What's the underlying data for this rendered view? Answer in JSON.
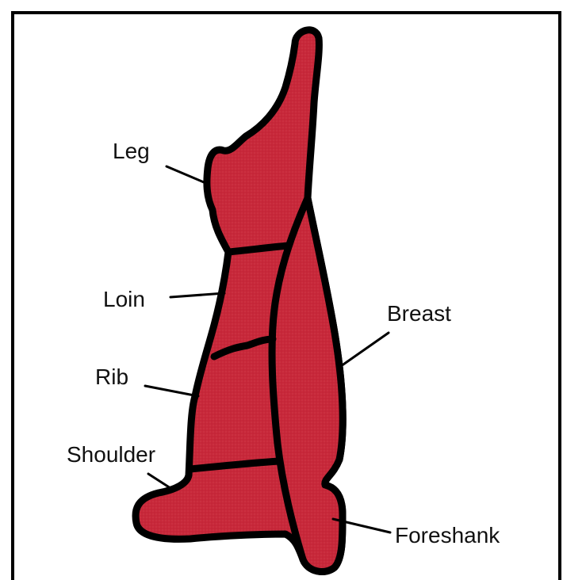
{
  "diagram": {
    "colors": {
      "meat": "#c8283a",
      "outline": "#000000",
      "frame": "#000000",
      "background": "#ffffff"
    },
    "labels": {
      "leg": "Leg",
      "loin": "Loin",
      "rib": "Rib",
      "breast": "Breast",
      "shoulder": "Shoulder",
      "foreshank": "Foreshank"
    }
  }
}
